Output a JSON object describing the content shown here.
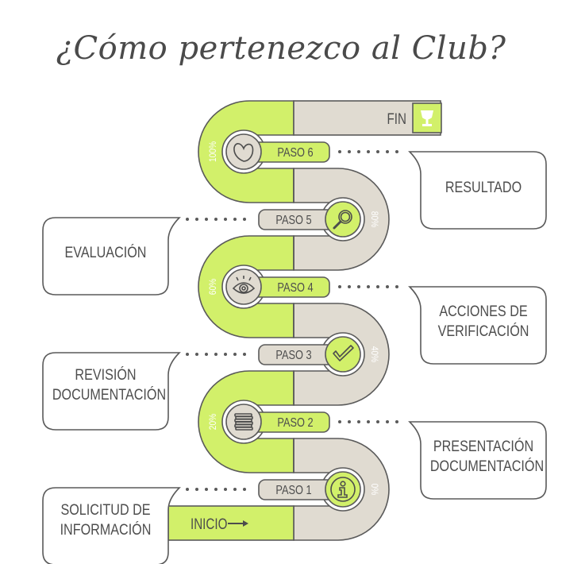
{
  "title": "¿Cómo pertenezco al Club?",
  "colors": {
    "green": "#d2f06a",
    "beige": "#e0dbd1",
    "outline": "#5a5a5a",
    "text": "#4d4d4d",
    "white": "#ffffff"
  },
  "end": {
    "label": "FIN",
    "icon": "trophy-icon"
  },
  "start": {
    "label": "INICIO",
    "icon": "arrow-right-icon"
  },
  "steps": [
    {
      "label": "PASO 1",
      "percent": "0%",
      "icon": "info-icon",
      "callout": [
        "SOLICITUD DE",
        "INFORMACIÓN"
      ]
    },
    {
      "label": "PASO 2",
      "percent": "20%",
      "icon": "documents-icon",
      "callout": [
        "PRESENTACIÓN",
        "DOCUMENTACIÓN"
      ]
    },
    {
      "label": "PASO 3",
      "percent": "40%",
      "icon": "checkmark-icon",
      "callout": [
        "REVISIÓN",
        "DOCUMENTACIÓN"
      ]
    },
    {
      "label": "PASO 4",
      "percent": "60%",
      "icon": "eye-icon",
      "callout": [
        "ACCIONES DE",
        "VERIFICACIÓN"
      ]
    },
    {
      "label": "PASO 5",
      "percent": "80%",
      "icon": "magnifier-icon",
      "callout": [
        "EVALUACIÓN"
      ]
    },
    {
      "label": "PASO 6",
      "percent": "100%",
      "icon": "heart-icon",
      "callout": [
        "RESULTADO"
      ]
    }
  ]
}
